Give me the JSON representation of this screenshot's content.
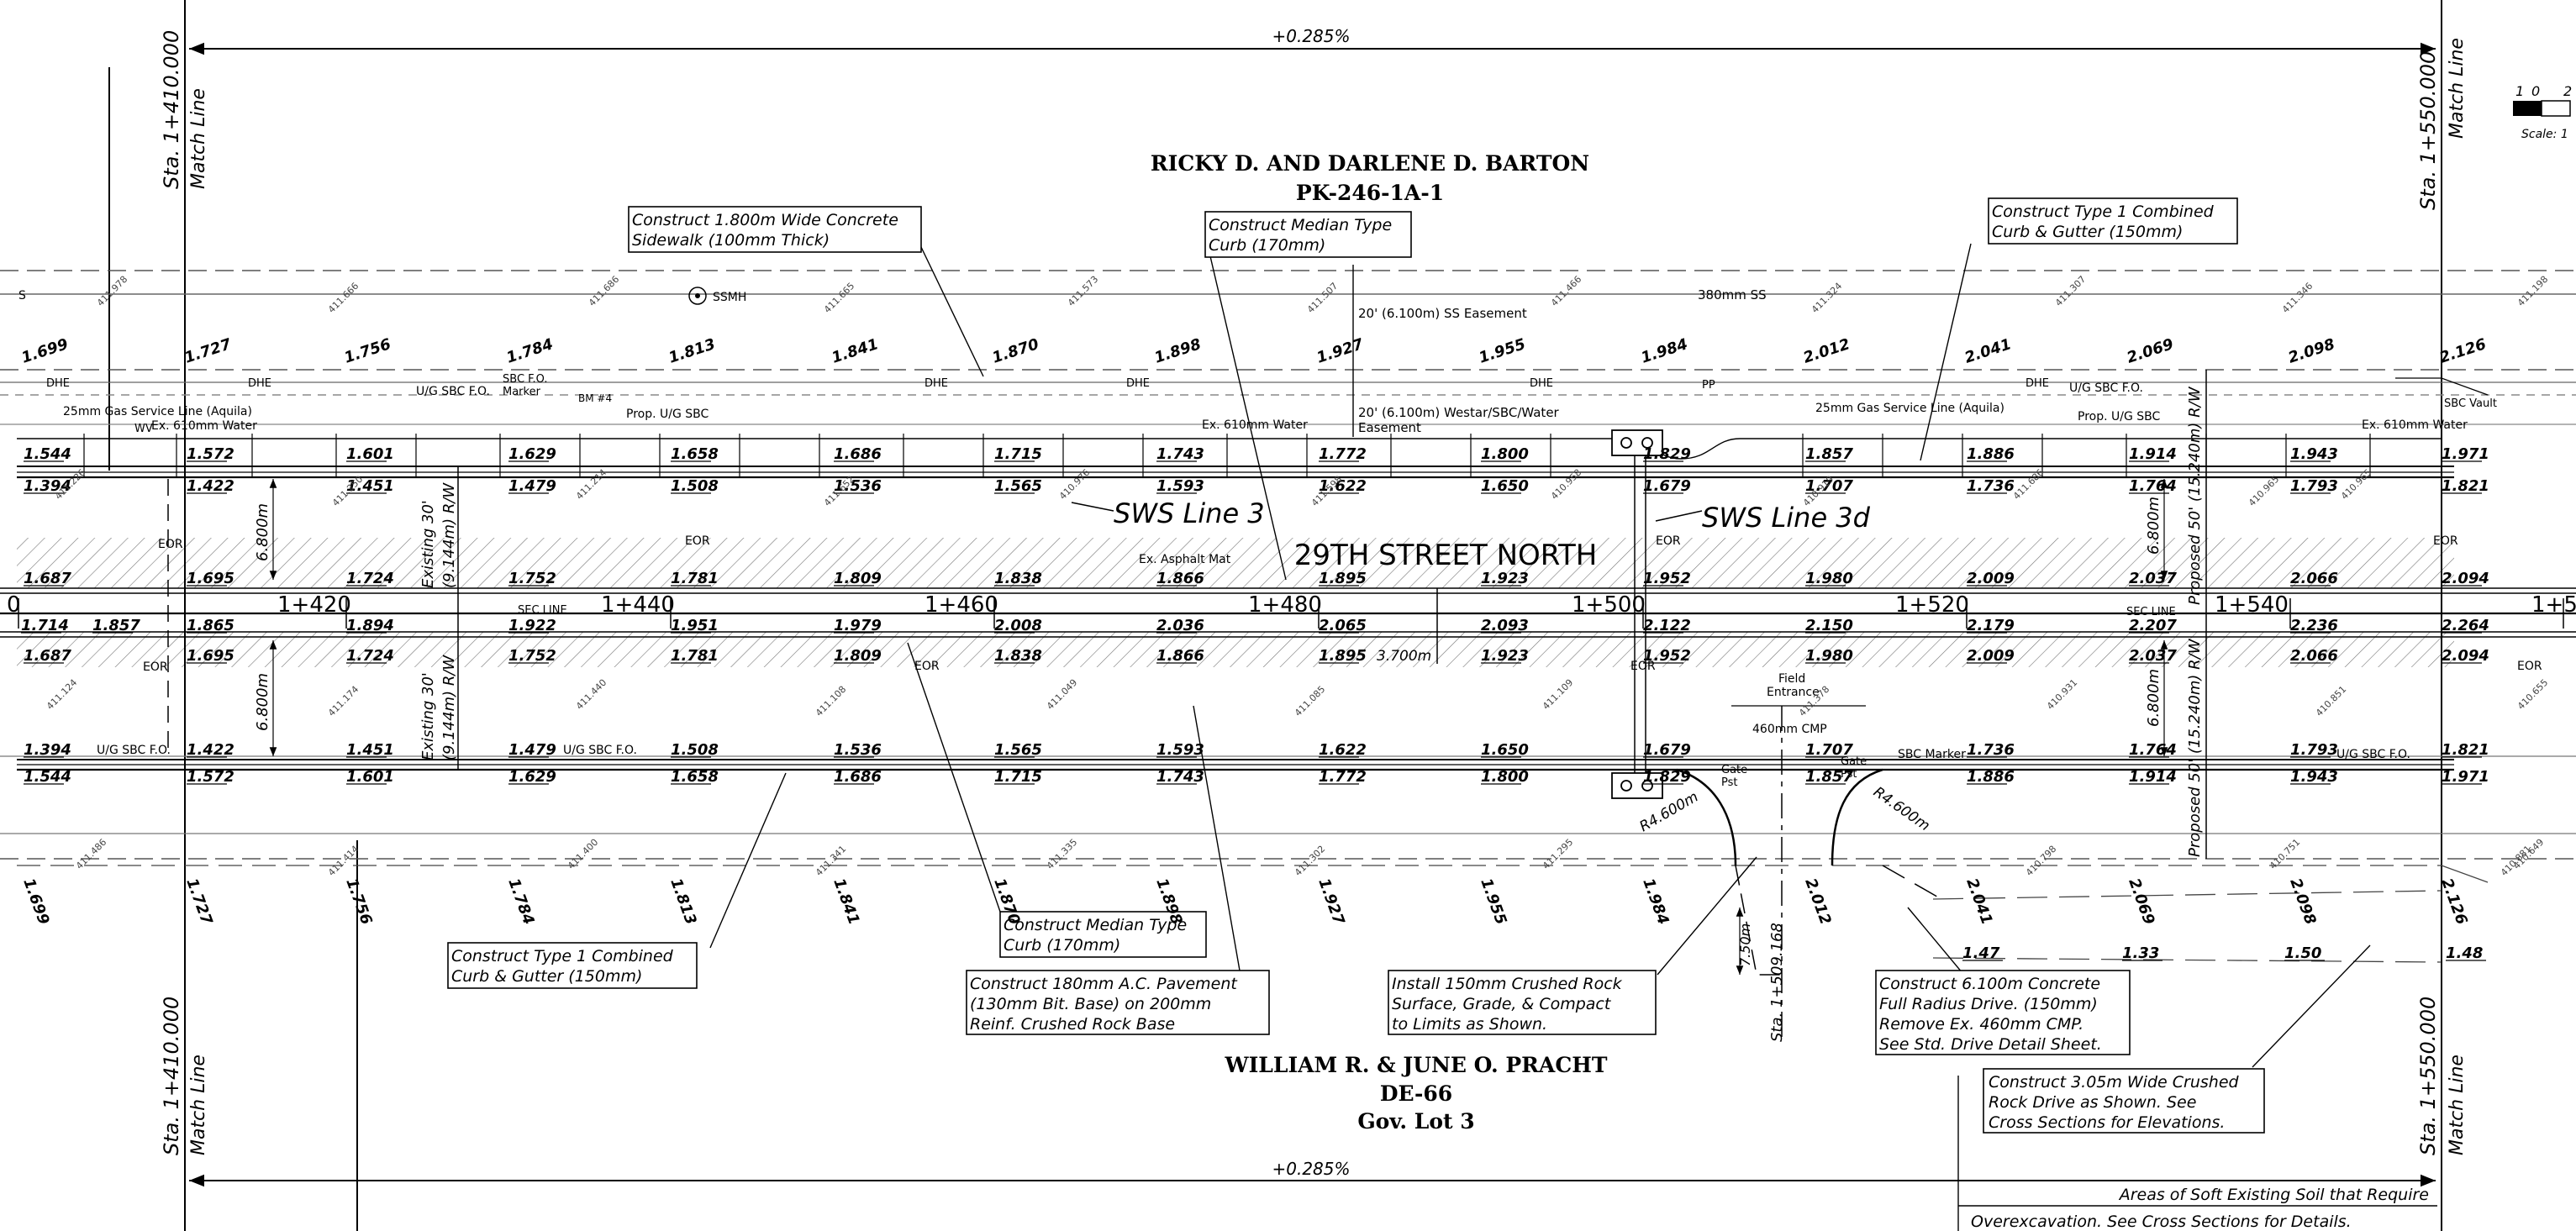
{
  "grade_top": "+0.285%",
  "grade_bottom": "+0.285%",
  "match_left_top": "Sta. 1+410.000",
  "match_left_top_sub": "Match Line",
  "match_right_top": "Sta. 1+550.000",
  "match_right_top_sub": "Match Line",
  "match_left_bottom": "Sta. 1+410.000",
  "match_left_bottom_sub": "Match Line",
  "match_right_bottom": "Sta. 1+550.000",
  "match_right_bottom_sub": "Match Line",
  "scale_label": "Scale: 1",
  "scale_ticks": [
    "1",
    "0",
    "2"
  ],
  "owner_north": {
    "name": "RICKY D. AND DARLENE D. BARTON",
    "parcel": "PK-246-1A-1"
  },
  "owner_south": {
    "name": "WILLIAM R. & JUNE O. PRACHT",
    "parcel": "DE-66",
    "lot": "Gov. Lot 3"
  },
  "street_name": "29TH STREET NORTH",
  "sws_line_3": "SWS Line 3",
  "sws_line_3d": "SWS Line 3d",
  "callouts": {
    "sidewalk": [
      "Construct 1.800m Wide Concrete",
      "Sidewalk (100mm Thick)"
    ],
    "median_top": [
      "Construct Median Type",
      "Curb (170mm)"
    ],
    "curb_top": [
      "Construct Type 1 Combined",
      "Curb & Gutter (150mm)"
    ],
    "curb_bottom": [
      "Construct Type 1 Combined",
      "Curb & Gutter (150mm)"
    ],
    "median_bottom": [
      "Construct Median Type",
      "Curb (170mm)"
    ],
    "pavement": [
      "Construct 180mm A.C. Pavement",
      "(130mm Bit. Base) on 200mm",
      "Reinf. Crushed Rock Base"
    ],
    "crushed_rock": [
      "Install 150mm Crushed Rock",
      "Surface, Grade, & Compact",
      "to Limits as Shown."
    ],
    "drive": [
      "Construct 6.100m Concrete",
      "Full Radius Drive.  (150mm)",
      "Remove Ex. 460mm CMP.",
      "See Std. Drive Detail Sheet."
    ],
    "crushed_drive": [
      "Construct 3.05m Wide Crushed",
      "Rock Drive as Shown.  See",
      "Cross Sections for Elevations."
    ],
    "soft_soil": [
      "Areas of Soft Existing Soil that Require",
      "Overexcavation.  See Cross Sections for Details."
    ]
  },
  "utility_labels": {
    "ssmh": "SSMH",
    "ss_380": "380mm SS",
    "ss_easement": "20' (6.100m) SS Easement",
    "westar_easement": "20' (6.100m) Westar/SBC/Water",
    "easement_word": "Easement",
    "gas_left": "25mm  Gas Service Line (Aquila)",
    "gas_right": "25mm  Gas Service Line (Aquila)",
    "water_left": "Ex. 610mm Water",
    "water_mid": "Ex. 610mm  Water",
    "water_right": "Ex. 610mm  Water",
    "wv": "WV",
    "sbc_fo_top": "U/G SBC F.O.",
    "sbc_fo_marker": "SBC F.O.",
    "marker": "Marker",
    "prop_ug_sbc": "Prop. U/G SBC",
    "prop_ug_sbc_right": "Prop. U/G SBC",
    "ug_sbc_fo_right": "U/G SBC F.O.",
    "sbc_vault": "SBC Vault",
    "pp": "PP",
    "bm": "BM #4",
    "sbc_fo_bottom_left": "U/G SBC F.O.",
    "sbc_fo_bottom_mid": "U/G SBC F.O.",
    "sbc_fo_bottom_right": "U/G SBC F.O.",
    "sbc_marker_bottom": "SBC Marker",
    "sec_line_1": "SEC LINE",
    "sec_line_2": "SEC LINE",
    "ex_asphalt": "Ex. Asphalt Mat",
    "field_entrance": [
      "Field",
      "Entrance"
    ],
    "cmp_460": "460mm CMP",
    "gate_left": [
      "Gate",
      "Pst"
    ],
    "gate_right": [
      "Gate",
      "Pst"
    ],
    "radius_left": "R4.600m",
    "radius_right": "R4.600m",
    "drive_sta": "Sta. 1+509.168",
    "drive_len": "7.50m",
    "median_len": "3.700m",
    "eor": "EOR",
    "dhe": "DHE",
    "s": "S"
  },
  "row_labels": {
    "existing_rw_top": [
      "Existing 30'",
      "(9.144m) R/W"
    ],
    "existing_rw_bottom": [
      "Existing 30'",
      "(9.144m) R/W"
    ],
    "proposed_rw_top": "Proposed 50' (15.240m) R/W",
    "proposed_rw_bottom": "Proposed 50' (15.240m) R/W",
    "dim_6800": "6.800m"
  },
  "stations": [
    "0",
    "1+420",
    "1+440",
    "1+460",
    "1+480",
    "1+500",
    "1+520",
    "1+540",
    "1+5"
  ],
  "elevation_rows": {
    "top_ditch": [
      "1.699",
      "1.727",
      "1.756",
      "1.784",
      "1.813",
      "1.841",
      "1.870",
      "1.898",
      "1.927",
      "1.955",
      "1.984",
      "2.012",
      "2.041",
      "2.069",
      "2.098",
      "2.126"
    ],
    "back_curb_n": [
      "1.544",
      "1.572",
      "1.601",
      "1.629",
      "1.658",
      "1.686",
      "1.715",
      "1.743",
      "1.772",
      "1.800",
      "1.829",
      "1.857",
      "1.886",
      "1.914",
      "1.943",
      "1.971"
    ],
    "flow_n": [
      "1.394",
      "1.422",
      "1.451",
      "1.479",
      "1.508",
      "1.536",
      "1.565",
      "1.593",
      "1.622",
      "1.650",
      "1.679",
      "1.707",
      "1.736",
      "1.764",
      "1.793",
      "1.821"
    ],
    "edge_n": [
      "1.687",
      "1.695",
      "1.724",
      "1.752",
      "1.781",
      "1.809",
      "1.838",
      "1.866",
      "1.895",
      "1.923",
      "1.952",
      "1.980",
      "2.009",
      "2.037",
      "2.066",
      "2.094"
    ],
    "centerline": [
      "1.714",
      "1.857",
      "1.865",
      "1.894",
      "1.922",
      "1.951",
      "1.979",
      "2.008",
      "2.036",
      "2.065",
      "2.093",
      "2.122",
      "2.150",
      "2.179",
      "2.207",
      "2.236",
      "2.264"
    ],
    "edge_s": [
      "1.687",
      "1.695",
      "1.724",
      "1.752",
      "1.781",
      "1.809",
      "1.838",
      "1.866",
      "1.895",
      "1.923",
      "1.952",
      "1.980",
      "2.009",
      "2.037",
      "2.066",
      "2.094"
    ],
    "flow_s": [
      "1.394",
      "1.422",
      "1.451",
      "1.479",
      "1.508",
      "1.536",
      "1.565",
      "1.593",
      "1.622",
      "1.650",
      "1.679",
      "1.707",
      "1.736",
      "1.764",
      "1.793",
      "1.821"
    ],
    "back_curb_s": [
      "1.544",
      "1.572",
      "1.601",
      "1.629",
      "1.658",
      "1.686",
      "1.715",
      "1.743",
      "1.772",
      "1.800",
      "1.829",
      "1.857",
      "1.886",
      "1.914",
      "1.943",
      "1.971"
    ],
    "bottom_ditch": [
      "1.699",
      "1.727",
      "1.756",
      "1.784",
      "1.813",
      "1.841",
      "1.870",
      "1.898",
      "1.927",
      "1.955",
      "1.984",
      "2.012",
      "2.041",
      "2.069",
      "2.098",
      "2.126"
    ],
    "drive_elev": [
      "1.47",
      "1.33",
      "1.50",
      "1.48"
    ]
  },
  "spot_elev": {
    "top": [
      "411.978",
      "411.666",
      "411.686",
      "411.665",
      "411.573",
      "411.507",
      "411.466",
      "411.324",
      "411.307",
      "411.346",
      "411.198"
    ],
    "mid_n": [
      "411.226",
      "411.250",
      "411.214",
      "411.652",
      "410.976",
      "411.598",
      "410.958",
      "410.919",
      "411.686",
      "410.965",
      "410.965"
    ],
    "mid_s": [
      "411.124",
      "411.174",
      "411.440",
      "411.108",
      "411.049",
      "411.085",
      "411.109",
      "411.378",
      "410.931",
      "410.851",
      "410.655"
    ],
    "bottom": [
      "411.486",
      "411.414",
      "411.400",
      "411.341",
      "411.335",
      "411.302",
      "411.295",
      "410.798",
      "410.751",
      "410.881",
      "410.649"
    ]
  }
}
